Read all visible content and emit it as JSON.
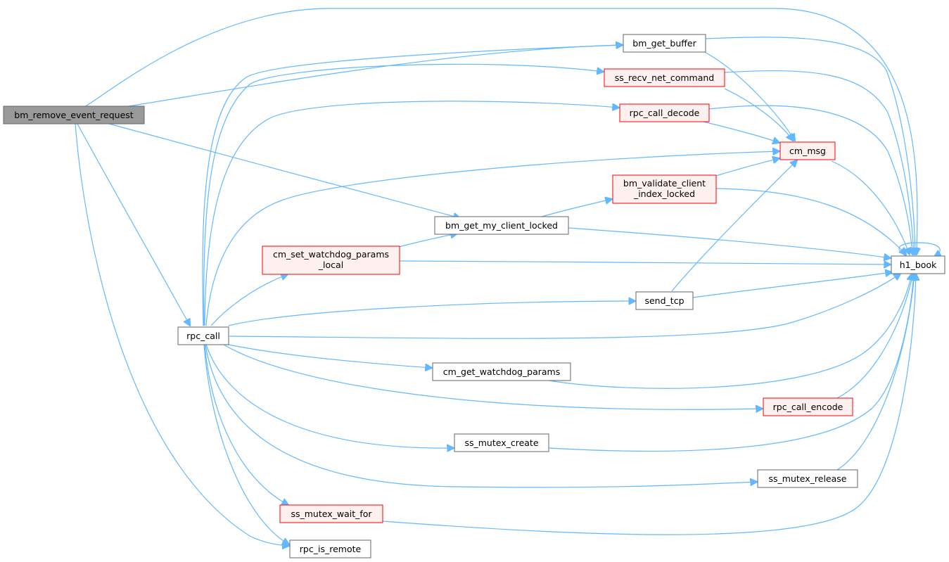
{
  "colors": {
    "edge": "#63b8ff",
    "root_fill": "#999999",
    "root_stroke": "#666666",
    "normal_fill": "#ffffff",
    "normal_stroke": "#666666",
    "highlight_fill": "#fff0f0",
    "highlight_stroke": "#ff0000"
  },
  "nodes": [
    {
      "id": "bm_remove_event_request",
      "lines": [
        "bm_remove_event_request"
      ],
      "style": "root"
    },
    {
      "id": "bm_get_buffer",
      "lines": [
        "bm_get_buffer"
      ],
      "style": "normal"
    },
    {
      "id": "ss_recv_net_command",
      "lines": [
        "ss_recv_net_command"
      ],
      "style": "red"
    },
    {
      "id": "rpc_call_decode",
      "lines": [
        "rpc_call_decode"
      ],
      "style": "red"
    },
    {
      "id": "cm_msg",
      "lines": [
        "cm_msg"
      ],
      "style": "red"
    },
    {
      "id": "bm_validate_client_index_locked",
      "lines": [
        "bm_validate_client",
        "_index_locked"
      ],
      "style": "red"
    },
    {
      "id": "bm_get_my_client_locked",
      "lines": [
        "bm_get_my_client_locked"
      ],
      "style": "normal"
    },
    {
      "id": "cm_set_watchdog_params_local",
      "lines": [
        "cm_set_watchdog_params",
        "_local"
      ],
      "style": "red"
    },
    {
      "id": "h1_book",
      "lines": [
        "h1_book"
      ],
      "style": "normal"
    },
    {
      "id": "send_tcp",
      "lines": [
        "send_tcp"
      ],
      "style": "normal"
    },
    {
      "id": "rpc_call",
      "lines": [
        "rpc_call"
      ],
      "style": "normal"
    },
    {
      "id": "cm_get_watchdog_params",
      "lines": [
        "cm_get_watchdog_params"
      ],
      "style": "normal"
    },
    {
      "id": "rpc_call_encode",
      "lines": [
        "rpc_call_encode"
      ],
      "style": "red"
    },
    {
      "id": "ss_mutex_create",
      "lines": [
        "ss_mutex_create"
      ],
      "style": "normal"
    },
    {
      "id": "ss_mutex_release",
      "lines": [
        "ss_mutex_release"
      ],
      "style": "normal"
    },
    {
      "id": "ss_mutex_wait_for",
      "lines": [
        "ss_mutex_wait_for"
      ],
      "style": "red"
    },
    {
      "id": "rpc_is_remote",
      "lines": [
        "rpc_is_remote"
      ],
      "style": "normal"
    }
  ],
  "edges": [
    [
      "bm_remove_event_request",
      "bm_get_buffer"
    ],
    [
      "bm_remove_event_request",
      "h1_book"
    ],
    [
      "bm_remove_event_request",
      "bm_get_my_client_locked"
    ],
    [
      "bm_remove_event_request",
      "rpc_call"
    ],
    [
      "bm_remove_event_request",
      "rpc_is_remote"
    ],
    [
      "bm_get_buffer",
      "cm_msg"
    ],
    [
      "bm_get_buffer",
      "h1_book"
    ],
    [
      "ss_recv_net_command",
      "cm_msg"
    ],
    [
      "ss_recv_net_command",
      "h1_book"
    ],
    [
      "rpc_call_decode",
      "cm_msg"
    ],
    [
      "rpc_call_decode",
      "h1_book"
    ],
    [
      "cm_msg",
      "h1_book"
    ],
    [
      "bm_validate_client_index_locked",
      "cm_msg"
    ],
    [
      "bm_validate_client_index_locked",
      "h1_book"
    ],
    [
      "bm_get_my_client_locked",
      "bm_validate_client_index_locked"
    ],
    [
      "bm_get_my_client_locked",
      "h1_book"
    ],
    [
      "cm_set_watchdog_params_local",
      "bm_get_my_client_locked"
    ],
    [
      "cm_set_watchdog_params_local",
      "h1_book"
    ],
    [
      "h1_book",
      "h1_book"
    ],
    [
      "send_tcp",
      "cm_msg"
    ],
    [
      "send_tcp",
      "h1_book"
    ],
    [
      "rpc_call",
      "bm_get_buffer"
    ],
    [
      "rpc_call",
      "ss_recv_net_command"
    ],
    [
      "rpc_call",
      "rpc_call_decode"
    ],
    [
      "rpc_call",
      "cm_msg"
    ],
    [
      "rpc_call",
      "cm_set_watchdog_params_local"
    ],
    [
      "rpc_call",
      "send_tcp"
    ],
    [
      "rpc_call",
      "h1_book"
    ],
    [
      "rpc_call",
      "cm_get_watchdog_params"
    ],
    [
      "rpc_call",
      "rpc_call_encode"
    ],
    [
      "rpc_call",
      "ss_mutex_create"
    ],
    [
      "rpc_call",
      "ss_mutex_release"
    ],
    [
      "rpc_call",
      "ss_mutex_wait_for"
    ],
    [
      "rpc_call",
      "rpc_is_remote"
    ],
    [
      "cm_get_watchdog_params",
      "h1_book"
    ],
    [
      "rpc_call_encode",
      "h1_book"
    ],
    [
      "ss_mutex_create",
      "h1_book"
    ],
    [
      "ss_mutex_release",
      "h1_book"
    ],
    [
      "ss_mutex_wait_for",
      "h1_book"
    ]
  ]
}
